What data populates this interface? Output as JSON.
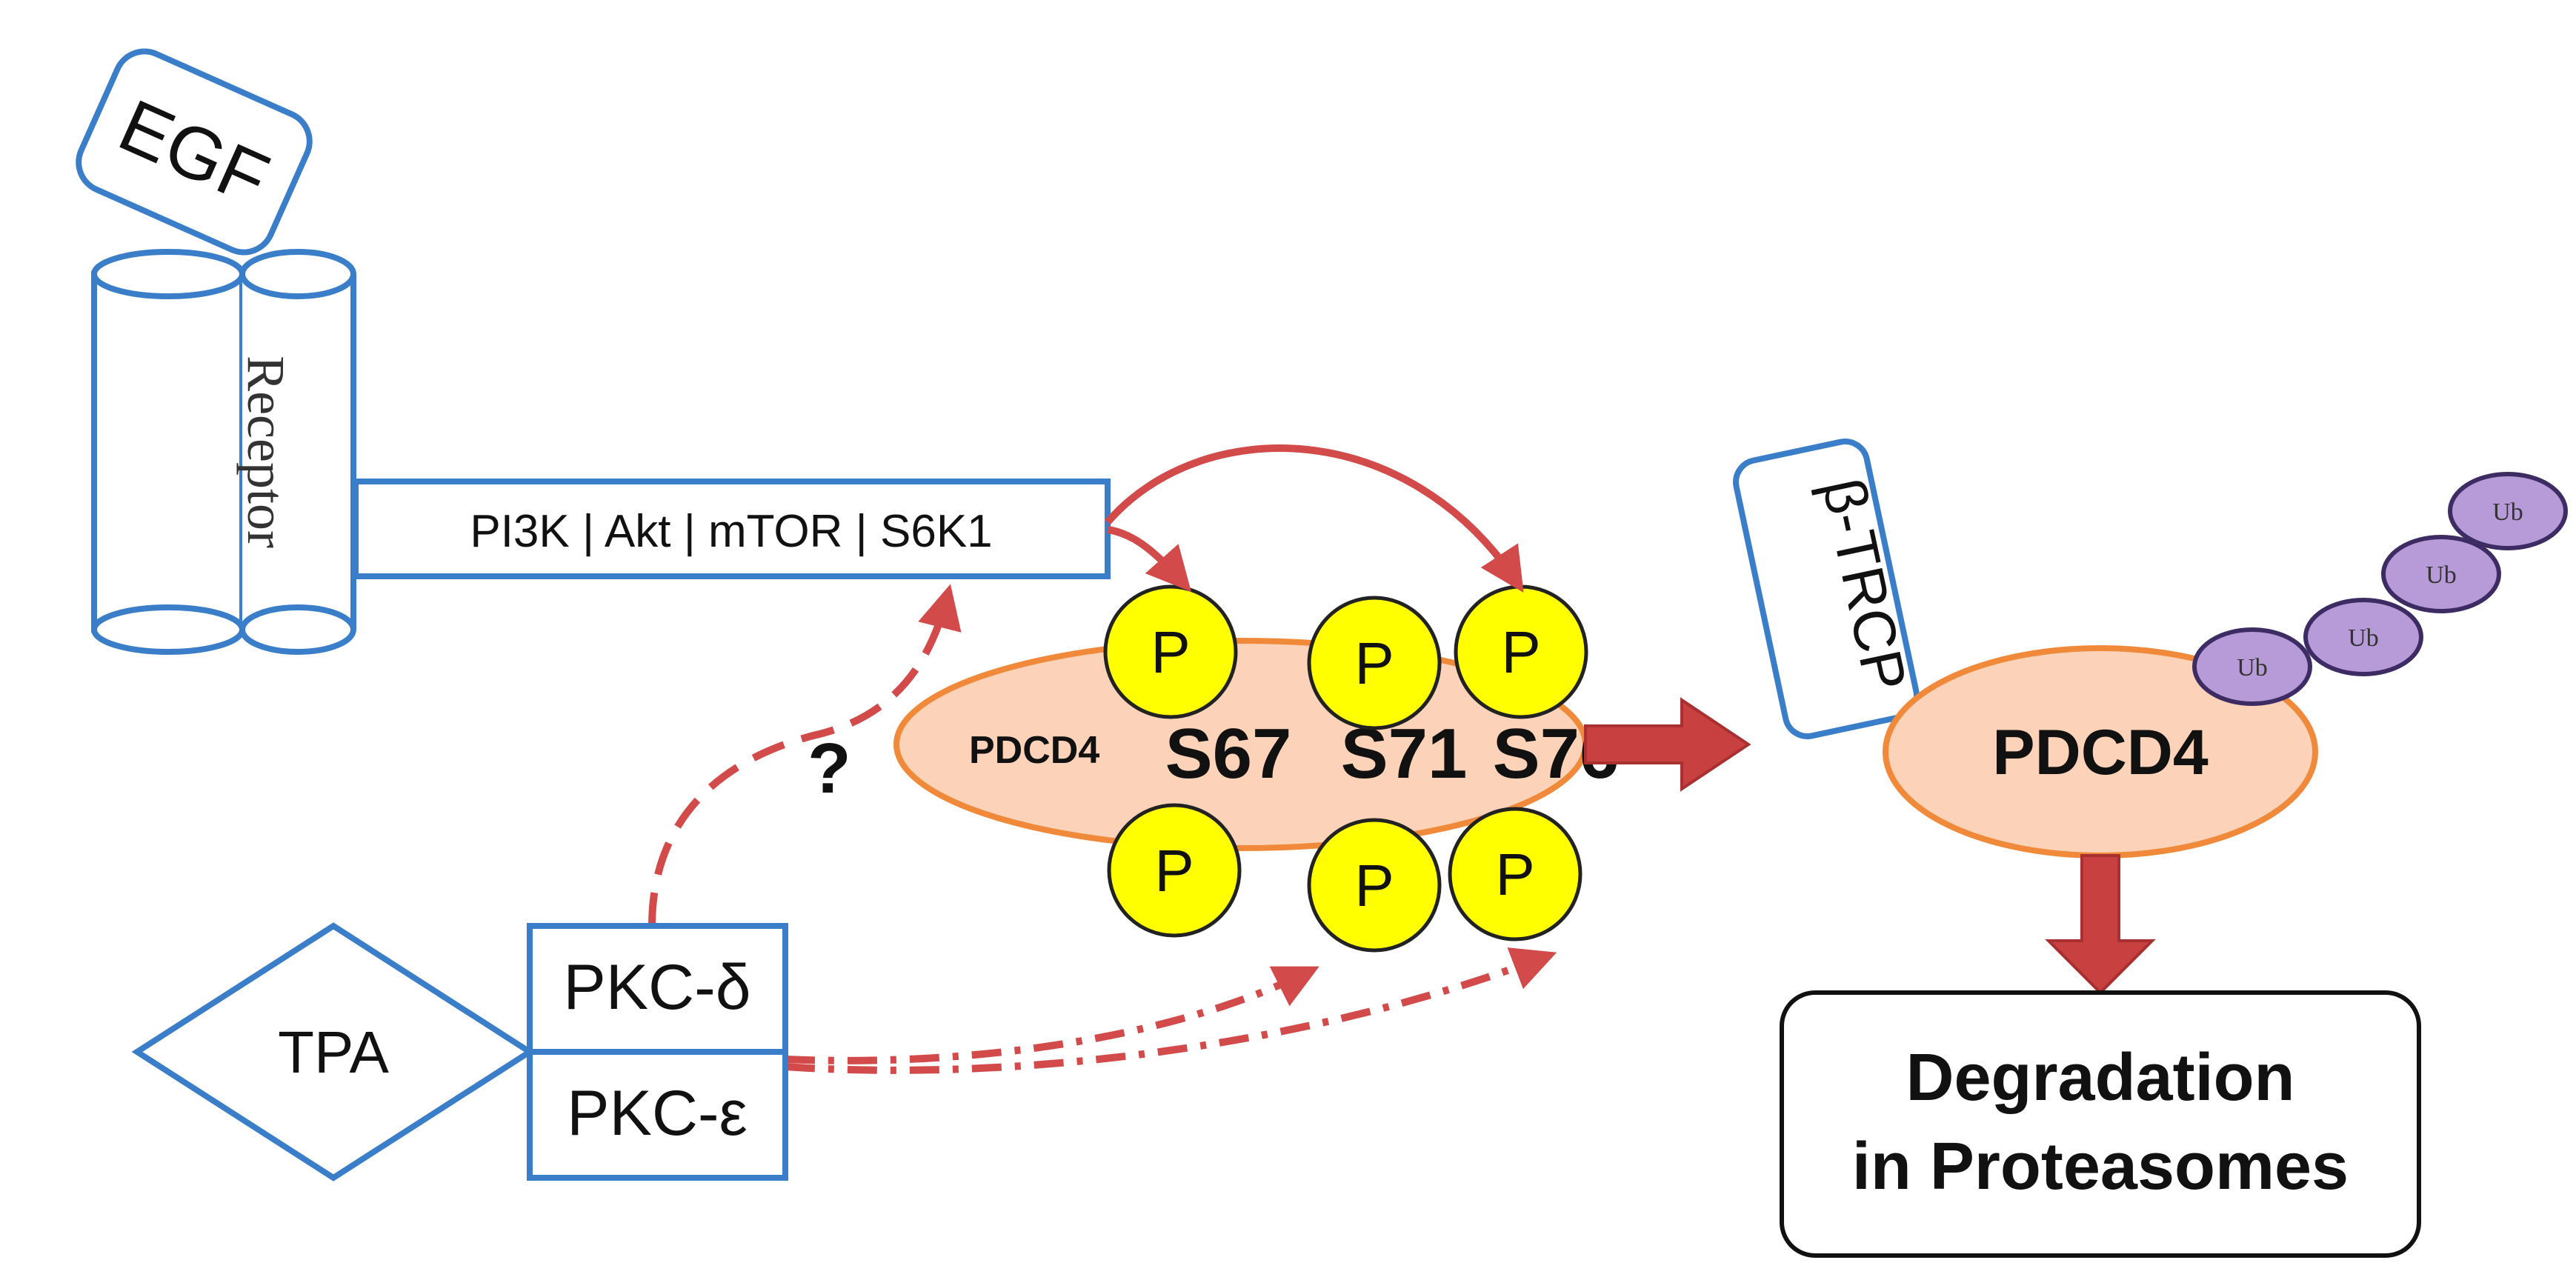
{
  "labels": {
    "egf": "EGF",
    "receptor": "Receptor",
    "pathway": "PI3K | Akt | mTOR | S6K1",
    "tpa": "TPA",
    "pkc_delta": "PKC-δ",
    "pkc_epsilon": "PKC-ε",
    "question": "?",
    "pdcd4_small": "PDCD4",
    "pdcd4_large": "PDCD4",
    "btrcp": "β-TRCP",
    "degradation_line1": "Degradation",
    "degradation_line2": "in Proteasomes"
  },
  "sites": [
    "S67",
    "S71",
    "S76"
  ],
  "phospho_label": "P",
  "ubiquitin_label": "Ub",
  "colors": {
    "box_outline": "#3a7dc9",
    "arrow_red": "#d24a4a",
    "block_arrow": "#c94040",
    "phospho_fill": "#ffff00",
    "pdcd4_fill": "#fcd3b8",
    "pdcd4_stroke": "#f08a3a",
    "ub_fill": "#b79ad8",
    "ub_stroke": "#3d2b63"
  }
}
